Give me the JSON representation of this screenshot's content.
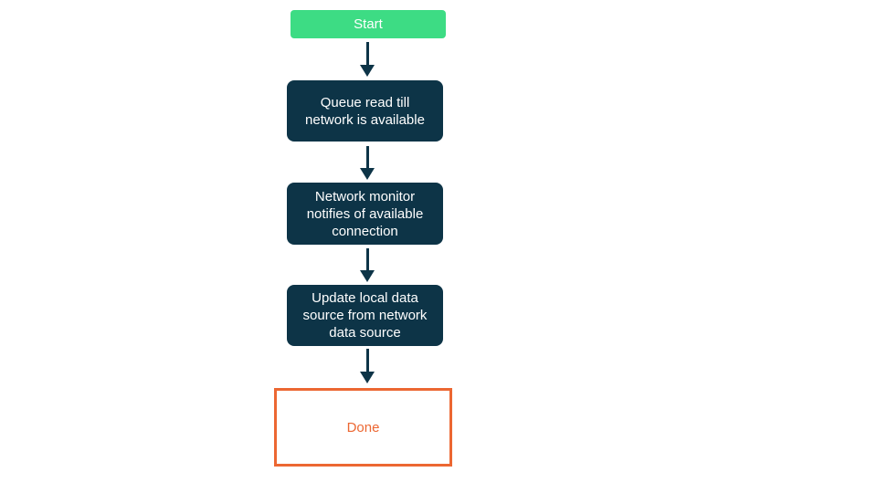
{
  "diagram": {
    "type": "flowchart",
    "direction": "top-down",
    "nodes": [
      {
        "id": "start",
        "type": "start",
        "label": "Start"
      },
      {
        "id": "queue",
        "type": "process",
        "label": "Queue read till network is available"
      },
      {
        "id": "monitor",
        "type": "process",
        "label": "Network monitor notifies of available connection"
      },
      {
        "id": "update",
        "type": "process",
        "label": "Update local data source from network data source"
      },
      {
        "id": "done",
        "type": "terminal",
        "label": "Done"
      }
    ],
    "edges": [
      {
        "from": "start",
        "to": "queue"
      },
      {
        "from": "queue",
        "to": "monitor"
      },
      {
        "from": "monitor",
        "to": "update"
      },
      {
        "from": "update",
        "to": "done"
      }
    ],
    "colors": {
      "start_fill": "#3ddc84",
      "process_fill": "#0d3447",
      "node_text_light": "#ffffff",
      "terminal_border": "#ec6732",
      "terminal_text": "#ec6732",
      "arrow": "#0d3447",
      "background": "#ffffff"
    }
  }
}
